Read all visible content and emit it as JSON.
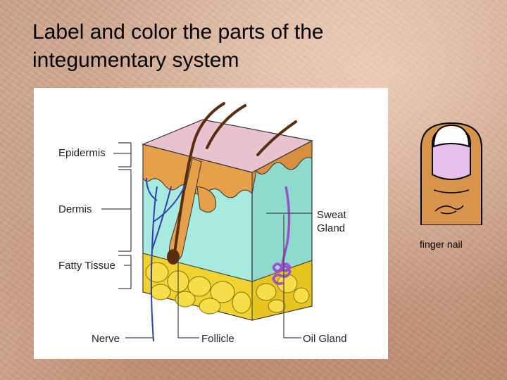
{
  "title": {
    "line1": "Label and color the parts of the",
    "line2": "integumentary system"
  },
  "diagram": {
    "labels": {
      "epidermis": "Epidermis",
      "dermis": "Dermis",
      "fatty_tissue": "Fatty Tissue",
      "sweat_gland_line1": "Sweat",
      "sweat_gland_line2": "Gland",
      "nerve": "Nerve",
      "follicle": "Follicle",
      "oil_gland": "Oil Gland"
    },
    "colors": {
      "epidermis_top": "#e8c3cf",
      "epidermis_layer": "#e6a049",
      "dermis": "#a8eadf",
      "fat": "#f0d230",
      "sweat_gland": "#9b4fd0",
      "nerve": "#2f3fb0",
      "hair": "#5a2d0c"
    }
  },
  "finger": {
    "caption": "finger nail",
    "colors": {
      "skin": "#d9944c",
      "nail": "#e6c0ea",
      "nail_tip": "#ffffff"
    }
  }
}
